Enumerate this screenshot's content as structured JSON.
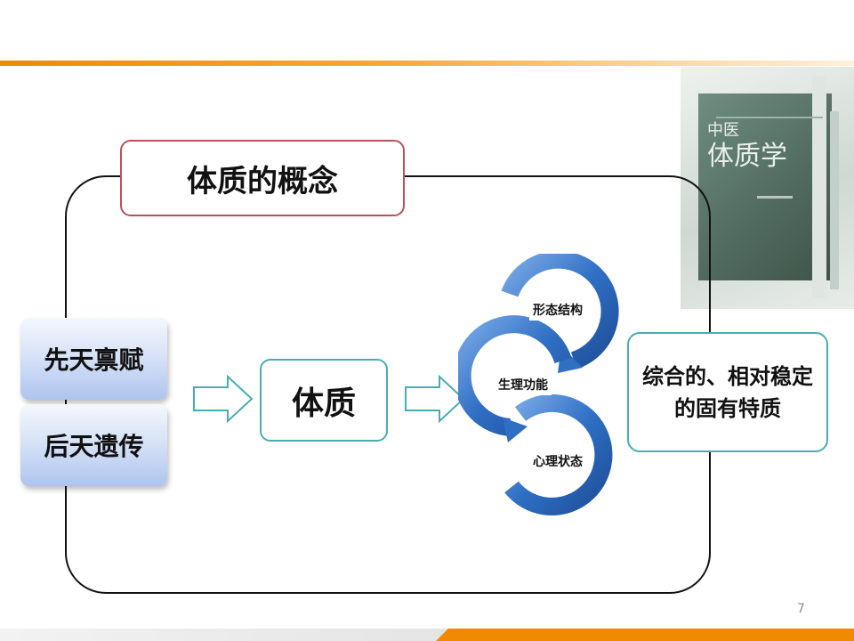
{
  "slide": {
    "title": "体质的概念",
    "page_number": "7"
  },
  "left_boxes": [
    "先天禀赋",
    "后天遗传"
  ],
  "center_box": "体质",
  "cycle_items": [
    "形态结构",
    "生理功能",
    "心理状态"
  ],
  "right_box": "综合的、相对稳定的固有特质",
  "book": {
    "title_line1": "中医",
    "title_line2": "体质学"
  },
  "colors": {
    "accent_orange": "#f08a00",
    "title_border": "#b5545a",
    "teal_border": "#4aacb3",
    "cycle_blue": "#2f6fc4"
  }
}
